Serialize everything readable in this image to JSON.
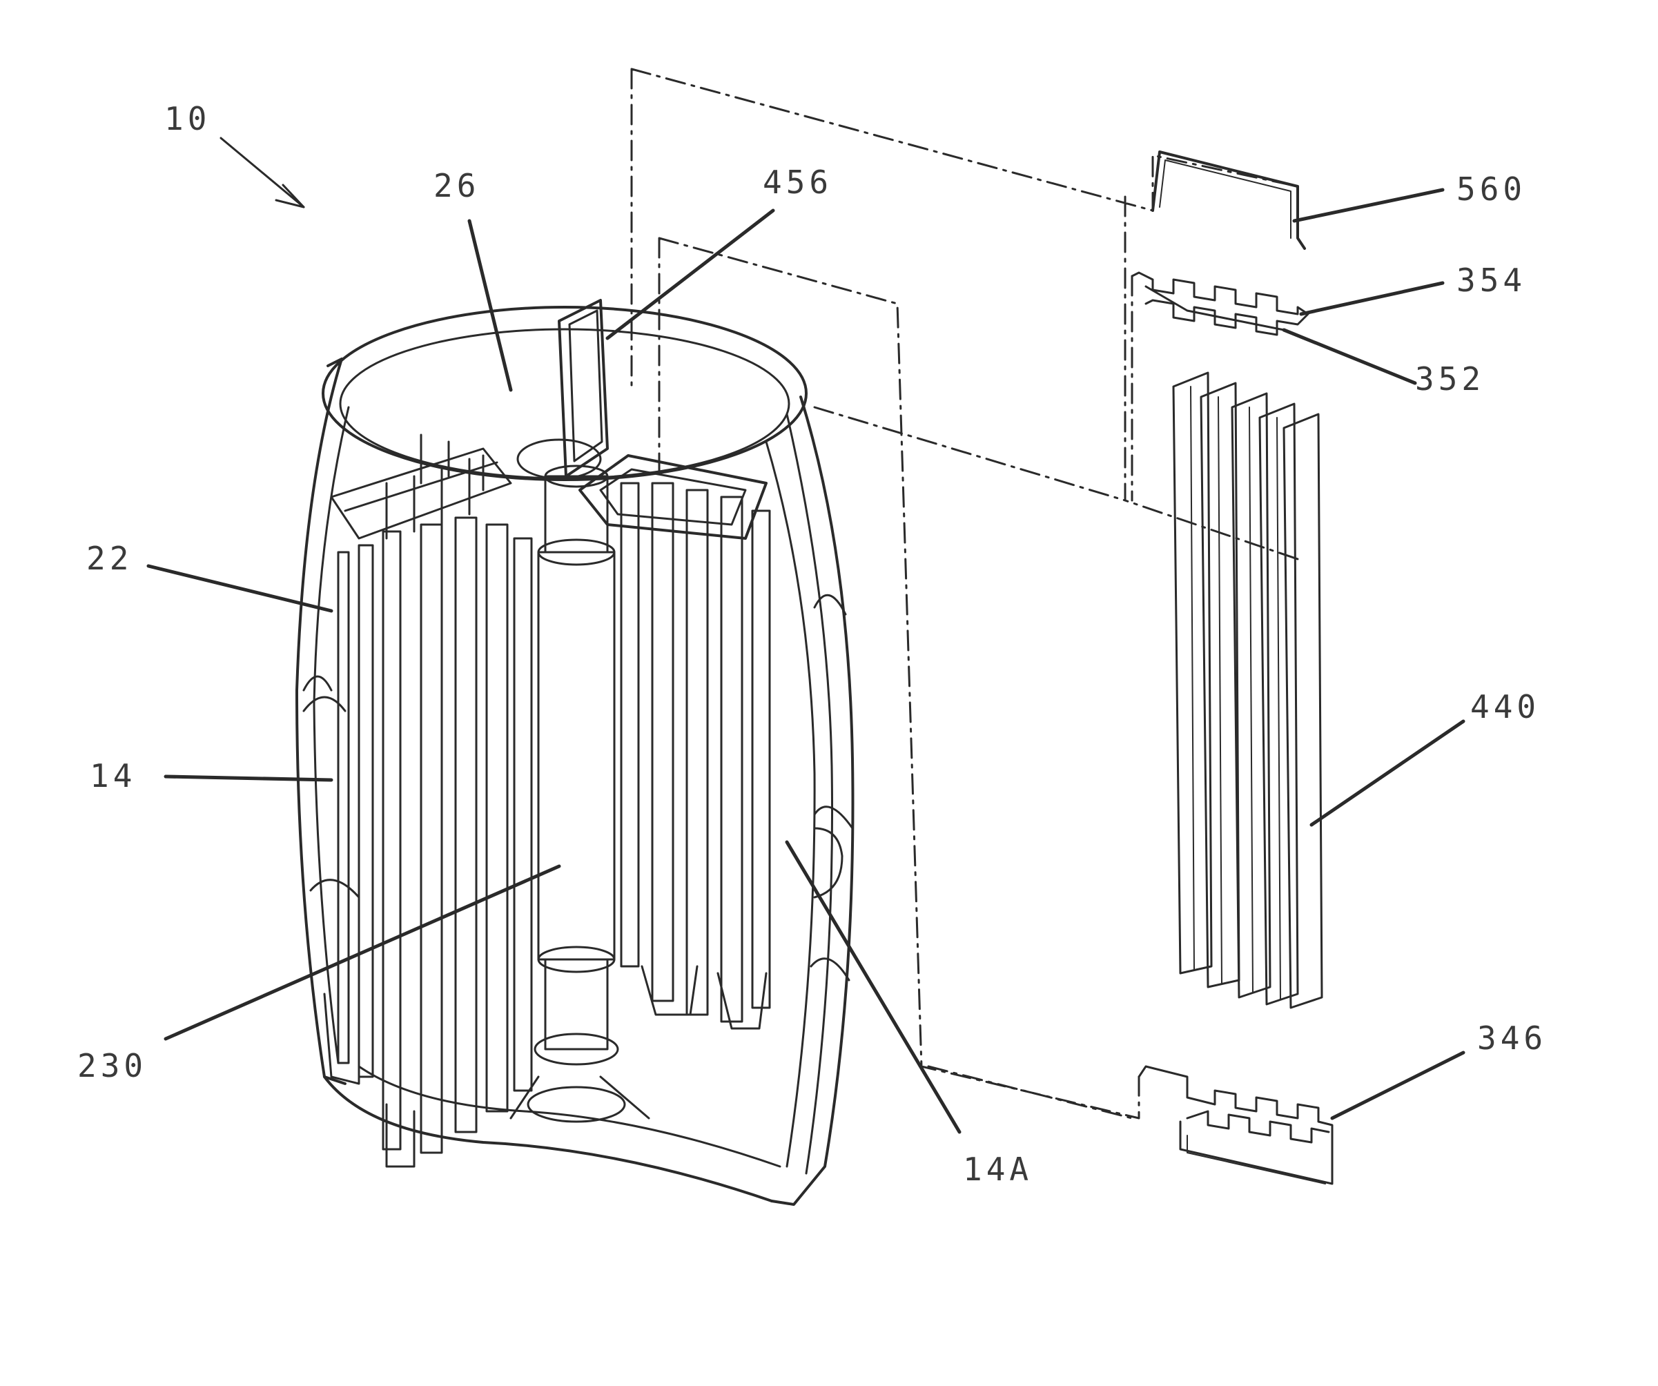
{
  "figure": {
    "background": "#ffffff",
    "line_color": "#2a2a2a",
    "labels": {
      "device": "10",
      "top_cap": "26",
      "bracket": "456",
      "top_tab": "560",
      "upper_comb": "354",
      "upper_comb_edge": "352",
      "outer_shell": "22",
      "shell_wall": "14",
      "fins": "440",
      "center_shaft": "230",
      "lower_comb": "346",
      "shell_section": "14A"
    }
  }
}
